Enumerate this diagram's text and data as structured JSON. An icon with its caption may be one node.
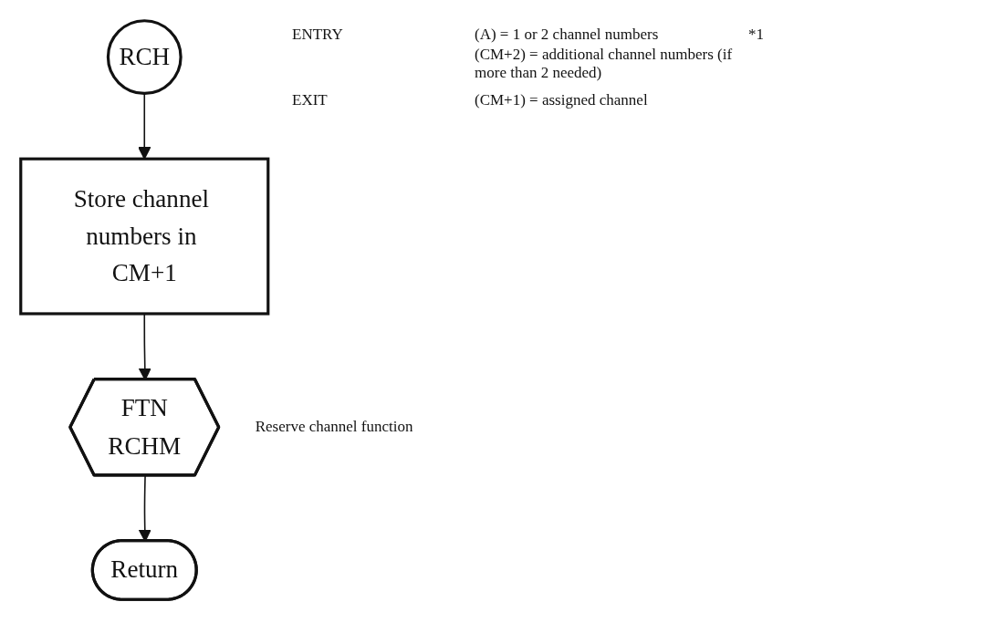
{
  "diagram": {
    "nodes": [
      {
        "text": [
          "RCH"
        ]
      },
      {
        "text": [
          "Store channel numbers in CM+1"
        ]
      },
      {
        "text": [
          "FTN",
          "RCHM"
        ],
        "beside": [
          "Reserve channel function"
        ]
      },
      {
        "text": [
          "Return"
        ]
      }
    ],
    "edges": [
      {
        "from": 0,
        "to": 1,
        "arrow": "to"
      },
      {
        "from": 1,
        "to": 2,
        "arrow": "to"
      },
      {
        "from": 2,
        "to": 3,
        "arrow": "to"
      }
    ],
    "labels": [
      "ENTRY",
      "(A) = 1 or 2 channel numbers",
      "*1",
      "(CM+2) = additional channel numbers (if more than 2 needed)",
      "EXIT",
      "(CM+1) = assigned channel"
    ]
  }
}
